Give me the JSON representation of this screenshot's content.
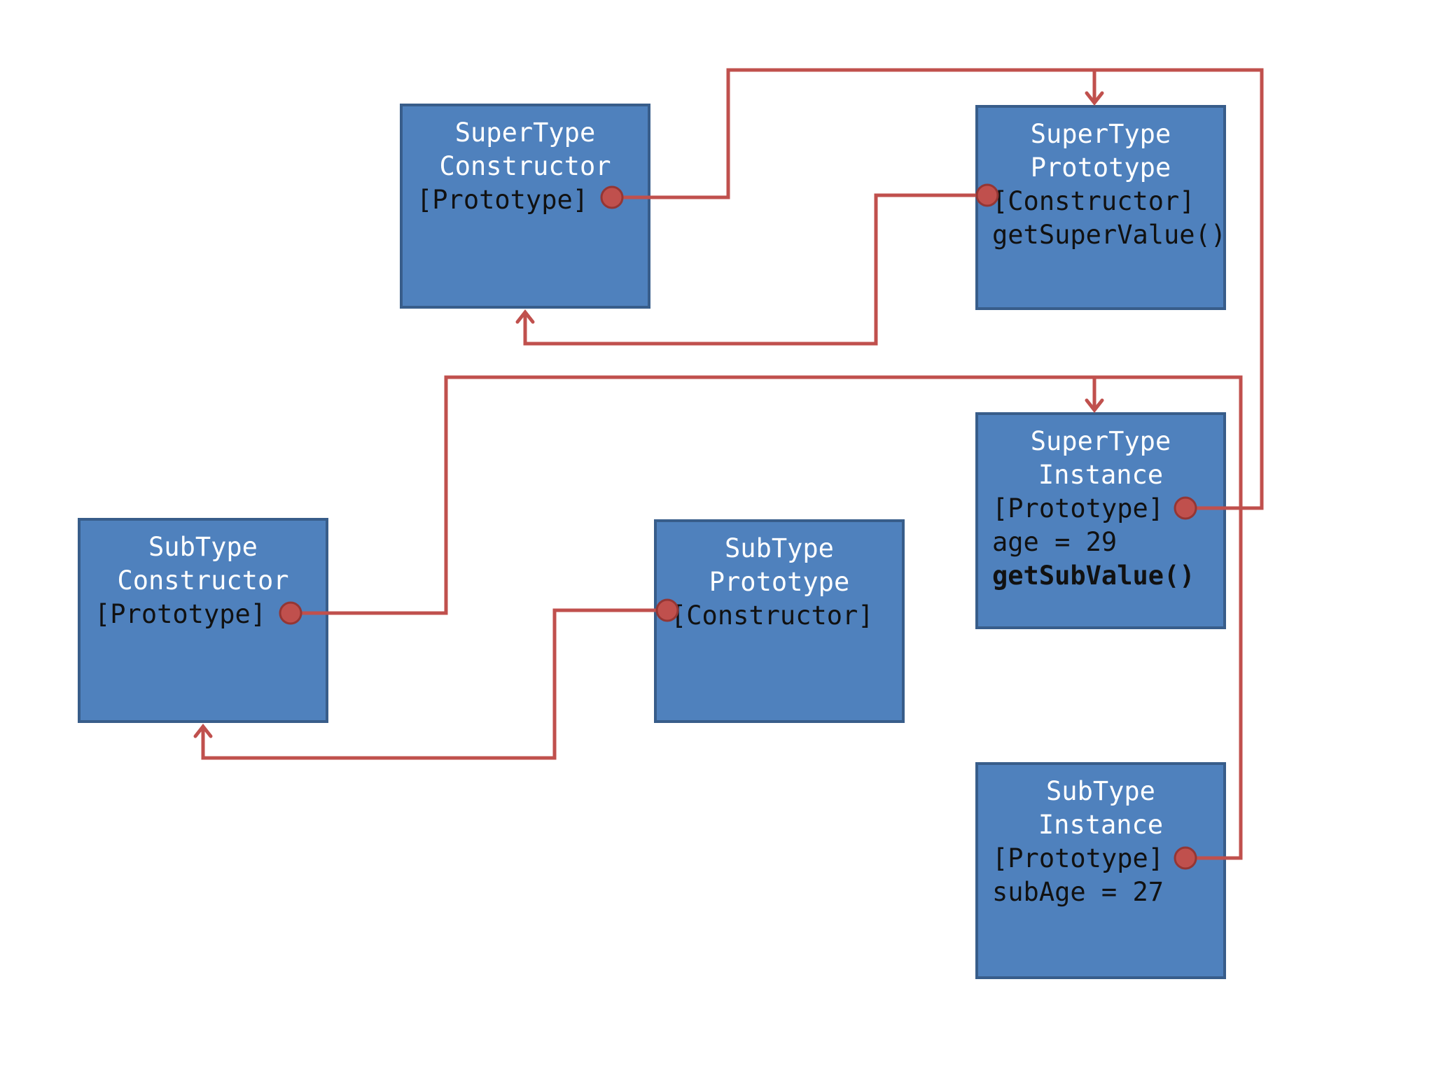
{
  "colors": {
    "box_fill": "#4f81bd",
    "box_border": "#385d8a",
    "link": "#c0504d",
    "pointer_dot": "#c0504d",
    "title_text": "#ffffff",
    "field_text": "#111111"
  },
  "boxes": {
    "supertype_constructor": {
      "title": [
        "SuperType",
        "Constructor"
      ],
      "prototype_field": "[Prototype]"
    },
    "supertype_prototype": {
      "title": [
        "SuperType",
        "Prototype"
      ],
      "constructor_field": "[Constructor]",
      "method": "getSuperValue()"
    },
    "supertype_instance": {
      "title": [
        "SuperType",
        "Instance"
      ],
      "prototype_field": "[Prototype]",
      "property": "age = 29",
      "method": "getSubValue()"
    },
    "subtype_constructor": {
      "title": [
        "SubType",
        "Constructor"
      ],
      "prototype_field": "[Prototype]"
    },
    "subtype_prototype": {
      "title": [
        "SubType",
        "Prototype"
      ],
      "constructor_field": "[Constructor]"
    },
    "subtype_instance": {
      "title": [
        "SubType",
        "Instance"
      ],
      "prototype_field": "[Prototype]",
      "property": "subAge = 27"
    }
  },
  "links": [
    {
      "from": "supertype_constructor.prototype_field",
      "to": "supertype_prototype"
    },
    {
      "from": "supertype_prototype.constructor_field",
      "to": "supertype_constructor"
    },
    {
      "from": "supertype_instance.prototype_field",
      "to": "supertype_prototype"
    },
    {
      "from": "subtype_constructor.prototype_field",
      "to": "supertype_instance"
    },
    {
      "from": "subtype_prototype.constructor_field",
      "to": "subtype_constructor"
    },
    {
      "from": "subtype_instance.prototype_field",
      "to": "supertype_instance"
    }
  ]
}
